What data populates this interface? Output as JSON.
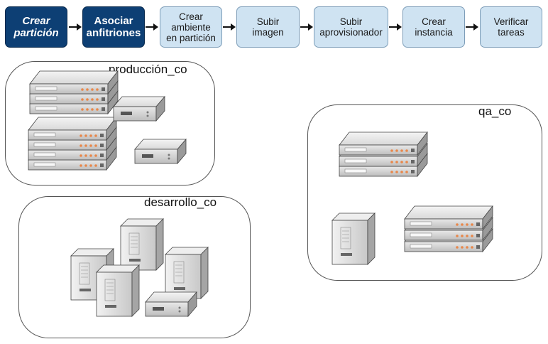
{
  "steps": [
    {
      "label": "Crear\npartición",
      "active": true
    },
    {
      "label": "Asociar\nanfitriones",
      "active": true
    },
    {
      "label": "Crear\nambiente\nen partición",
      "active": false
    },
    {
      "label": "Subir\nimagen",
      "active": false
    },
    {
      "label": "Subir\naprovisionador",
      "active": false
    },
    {
      "label": "Crear\ninstancia",
      "active": false
    },
    {
      "label": "Verificar\ntareas",
      "active": false
    }
  ],
  "groups": {
    "produccion": "producción_co",
    "desarrollo": "desarrollo_co",
    "qa": "qa_co"
  },
  "colors": {
    "active_step": "#0d3f74",
    "inactive_step": "#cfe3f2",
    "server_light": "#e6e6e6",
    "led_orange": "#e8874a"
  }
}
